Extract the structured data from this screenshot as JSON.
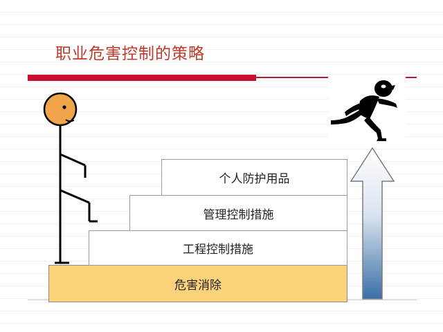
{
  "title": "职业危害控制的策略",
  "steps": [
    {
      "label": "危害消除"
    },
    {
      "label": "工程控制措施"
    },
    {
      "label": "管理控制措施"
    },
    {
      "label": "个人防护用品"
    }
  ],
  "colors": {
    "accent": "#c8102e",
    "base_step": "#fcd37a",
    "arrow_top": "#ffffff",
    "arrow_bottom": "#3a6ea8"
  },
  "icons": {
    "stick_figure": "stick-figure-climbing-icon",
    "runner": "running-figure-icon",
    "arrow": "up-arrow-icon"
  }
}
